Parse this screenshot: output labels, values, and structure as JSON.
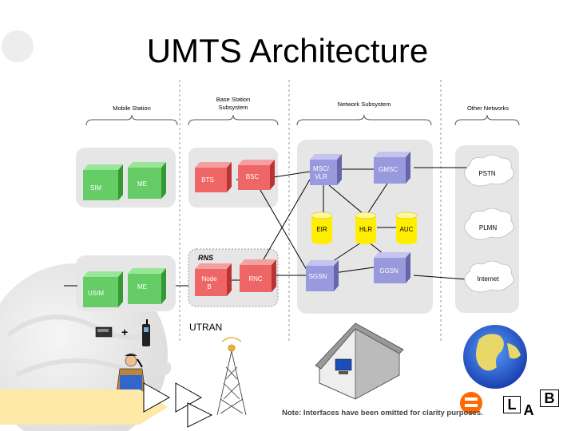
{
  "slide": {
    "title": "UMTS Architecture",
    "note": "Note: Interfaces have been omitted for clarity purposes."
  },
  "sections": {
    "mobile_station": "Mobile Station",
    "bss_line1": "Base Station",
    "bss_line2": "Subsystem",
    "network_subsystem": "Network Subsystem",
    "other_networks": "Other Networks"
  },
  "nodes": {
    "sim": "SIM",
    "me_top": "ME",
    "usim": "USIM",
    "me_bottom": "ME",
    "bts": "BTS",
    "bsc": "BSC",
    "node_b_line1": "Node",
    "node_b_line2": "B",
    "rnc": "RNC",
    "msc_line1": "MSC/",
    "msc_line2": "VLR",
    "gmsc": "GMSC",
    "eir": "EIR",
    "hlr": "HLR",
    "auc": "AUC",
    "sgsn": "SGSN",
    "ggsn": "GGSN",
    "pstn": "PSTN",
    "plmn": "PLMN",
    "internet": "Internet"
  },
  "labels": {
    "rns": "RNS",
    "utran": "UTRAN",
    "plus": "+"
  },
  "corner_letters": [
    "L",
    "A",
    "B"
  ],
  "colors": {
    "green_box": "#66cc66",
    "red_box": "#ee6666",
    "purple_box": "#9999dd",
    "yellow_box": "#ffee00",
    "panel_bg": "#e6e6e6",
    "dashed_line": "#999999"
  }
}
